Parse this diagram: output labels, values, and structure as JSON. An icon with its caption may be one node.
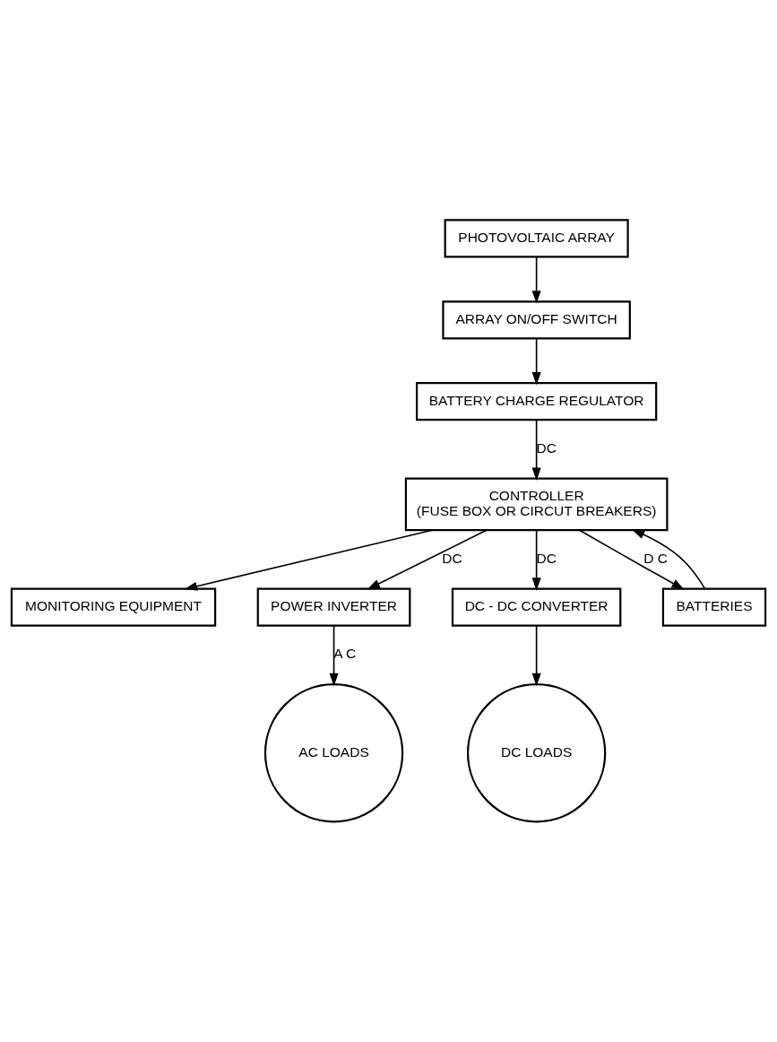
{
  "diagram": {
    "nodes": [
      {
        "text": [
          "MONITORING EQUIPMENT"
        ]
      },
      {
        "text": [
          "PHOTOVOLTAIC ARRAY"
        ]
      },
      {
        "text": [
          "ARRAY ON/OFF SWITCH"
        ]
      },
      {
        "text": [
          "BATTERY CHARGE REGULATOR"
        ]
      },
      {
        "text": [
          "CONTROLLER",
          "(FUSE BOX OR CIRCUT BREAKERS)"
        ]
      },
      {
        "text": [
          "POWER INVERTER"
        ]
      },
      {
        "text": [
          "DC - DC CONVERTER"
        ]
      },
      {
        "text": [
          "BATTERIES"
        ]
      },
      {
        "text": [
          "AC LOADS"
        ]
      },
      {
        "text": [
          "DC LOADS"
        ]
      }
    ],
    "edges": [
      {
        "from": 1,
        "to": 2,
        "arrow": "to"
      },
      {
        "from": 2,
        "to": 3,
        "arrow": "to"
      },
      {
        "from": 3,
        "to": 4,
        "arrow": "to",
        "label": "DC"
      },
      {
        "from": 4,
        "to": 0,
        "arrow": "to"
      },
      {
        "from": 4,
        "to": 6,
        "arrow": "to",
        "label": "DC"
      },
      {
        "from": 4,
        "to": 5,
        "arrow": "to",
        "label": "DC"
      },
      {
        "from": 4,
        "to": 7,
        "arrow": "to",
        "label": "D C"
      },
      {
        "from": 7,
        "to": 4,
        "arrow": "to"
      },
      {
        "from": 5,
        "to": 8,
        "arrow": "to",
        "label": "A C"
      },
      {
        "from": 6,
        "to": 9,
        "arrow": "to"
      }
    ]
  }
}
